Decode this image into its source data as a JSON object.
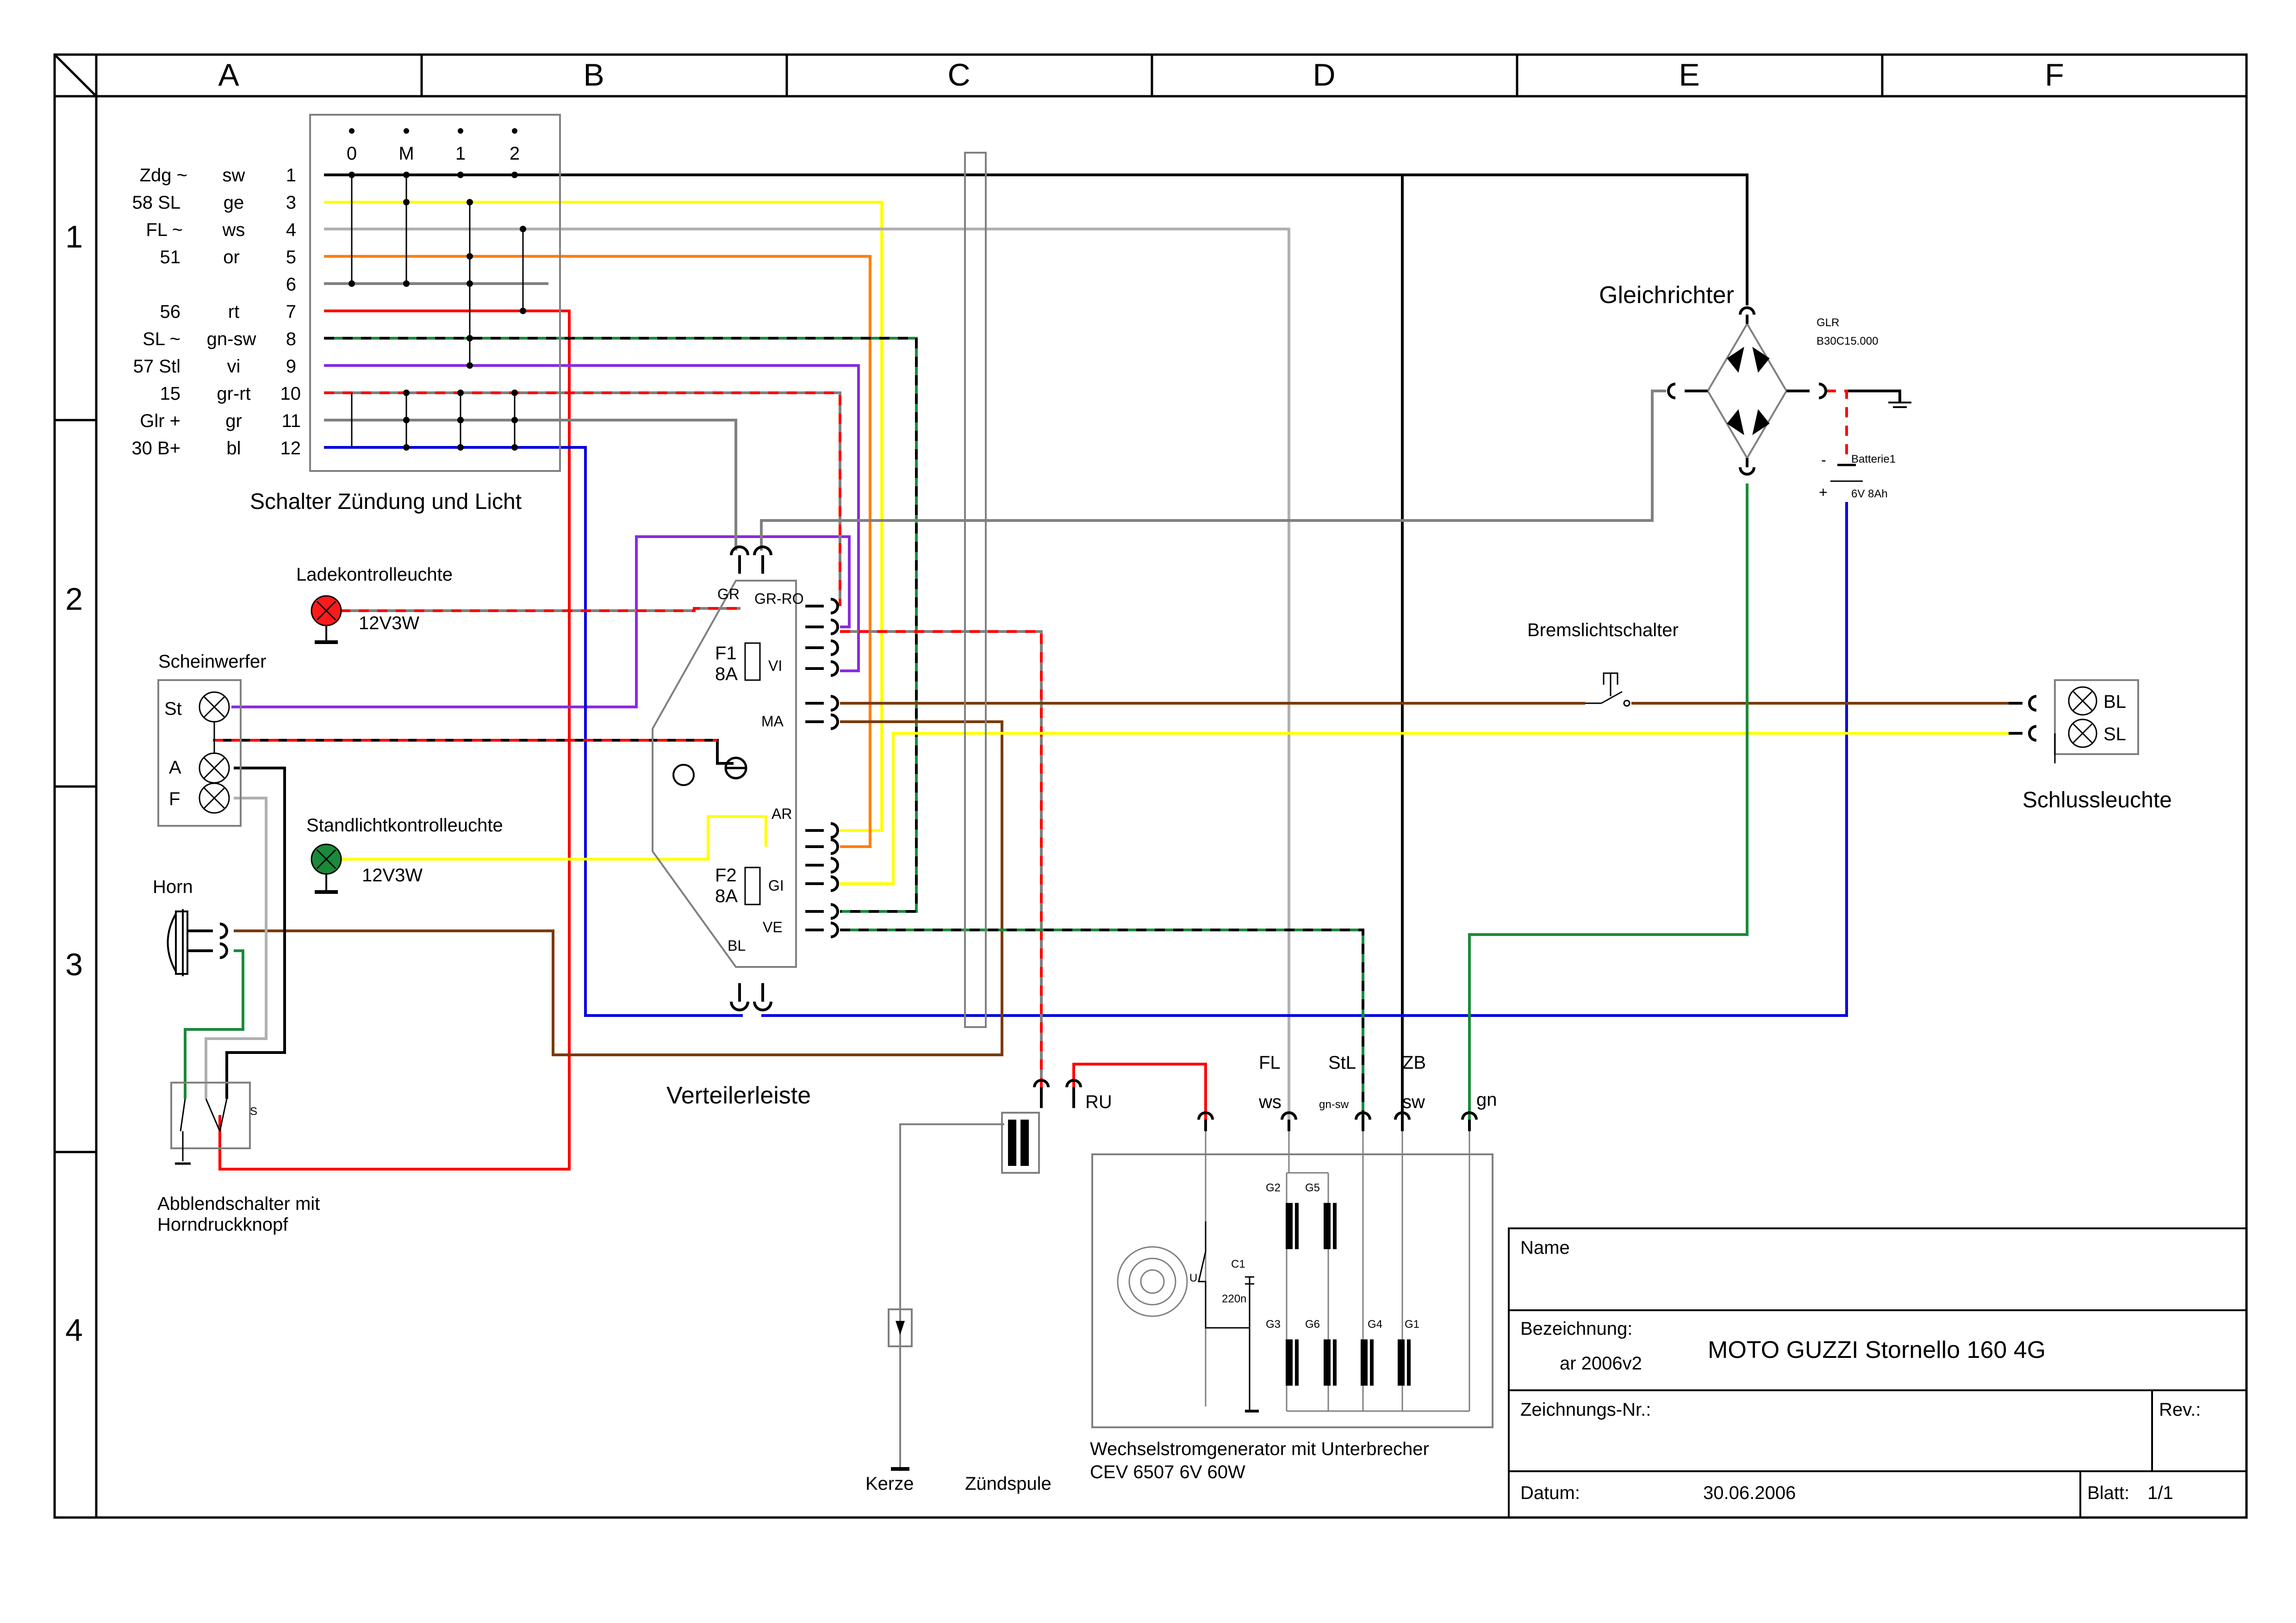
{
  "grid": {
    "cols": [
      "A",
      "B",
      "C",
      "D",
      "E",
      "F"
    ],
    "rows": [
      "1",
      "2",
      "3",
      "4"
    ]
  },
  "switch": {
    "title": "Schalter Zündung und Licht",
    "positions": [
      "0",
      "M",
      "1",
      "2"
    ],
    "rows": [
      {
        "name": "Zdg ~",
        "color_code": "sw",
        "num": "1",
        "color": "#000000"
      },
      {
        "name": "58 SL",
        "color_code": "ge",
        "num": "3",
        "color": "#ffff00"
      },
      {
        "name": "FL ~",
        "color_code": "ws",
        "num": "4",
        "color": "#b0b0b0"
      },
      {
        "name": "51",
        "color_code": "or",
        "num": "5",
        "color": "#ff8000"
      },
      {
        "name": "",
        "color_code": "",
        "num": "6",
        "color": "#808080"
      },
      {
        "name": "56",
        "color_code": "rt",
        "num": "7",
        "color": "#ff0000"
      },
      {
        "name": "SL ~",
        "color_code": "gn-sw",
        "num": "8",
        "color": "#1a8a3a"
      },
      {
        "name": "57 Stl",
        "color_code": "vi",
        "num": "9",
        "color": "#8a2be2"
      },
      {
        "name": "15",
        "color_code": "gr-rt",
        "num": "10",
        "color": "#808080"
      },
      {
        "name": "Glr +",
        "color_code": "gr",
        "num": "11",
        "color": "#808080"
      },
      {
        "name": "30 B+",
        "color_code": "bl",
        "num": "12",
        "color": "#0000dd"
      }
    ]
  },
  "labels": {
    "ladekontrolle": "Ladekontrolleuchte",
    "ladekontrolle_rating": "12V3W",
    "scheinwerfer": "Scheinwerfer",
    "st": "St",
    "a": "A",
    "f": "F",
    "standlicht": "Standlichtkontrolleuchte",
    "standlicht_rating": "12V3W",
    "horn": "Horn",
    "abblend_1": "Abblendschalter mit",
    "abblend_2": "Horndruckknopf",
    "abblend_s": "S",
    "verteiler": "Verteilerleiste",
    "gr": "GR",
    "gr_ro": "GR-RO",
    "f1": "F1",
    "f1_rating": "8A",
    "vi": "VI",
    "ma": "MA",
    "ar": "AR",
    "f2": "F2",
    "f2_rating": "8A",
    "gi": "GI",
    "ve": "VE",
    "bl": "BL",
    "gleichrichter": "Gleichrichter",
    "glr_code": "GLR",
    "glr_part": "B30C15.000",
    "batterie": "Batterie1",
    "batterie_rating": "6V 8Ah",
    "minus": "-",
    "plus": "+",
    "brems": "Bremslichtschalter",
    "schluss": "Schlussleuchte",
    "schluss_bl": "BL",
    "schluss_sl": "SL",
    "ru": "RU",
    "kerze": "Kerze",
    "zuendspule": "Zündspule",
    "fl": "FL",
    "stl": "StL",
    "zb": "ZB",
    "ws": "ws",
    "gnsw": "gn-sw",
    "sw": "sw",
    "gn": "gn",
    "gen_1": "Wechselstromgenerator mit Unterbrecher",
    "gen_2": "CEV 6507 6V 60W",
    "g2": "G2",
    "g5": "G5",
    "g3": "G3",
    "g6": "G6",
    "g4": "G4",
    "g1": "G1",
    "c1": "C1",
    "c1_val": "220n",
    "u": "U"
  },
  "titleblock": {
    "name_label": "Name",
    "bez_label": "Bezeichnung:",
    "bez_sub": "ar 2006v2",
    "title": "MOTO GUZZI Stornello 160 4G",
    "znr_label": "Zeichnungs-Nr.:",
    "rev_label": "Rev.:",
    "datum_label": "Datum:",
    "datum": "30.06.2006",
    "blatt_label": "Blatt:",
    "blatt": "1/1"
  },
  "colors": {
    "black": "#000000",
    "yellow": "#ffff00",
    "white_wire": "#b0b0b0",
    "orange": "#ff8000",
    "red": "#ff0000",
    "green": "#1a8a3a",
    "violet": "#8a2be2",
    "gray": "#808080",
    "blue": "#0000dd",
    "brown": "#7a3a0a",
    "lamp_red": "#ff1a1a",
    "lamp_green": "#1a8a3a"
  }
}
